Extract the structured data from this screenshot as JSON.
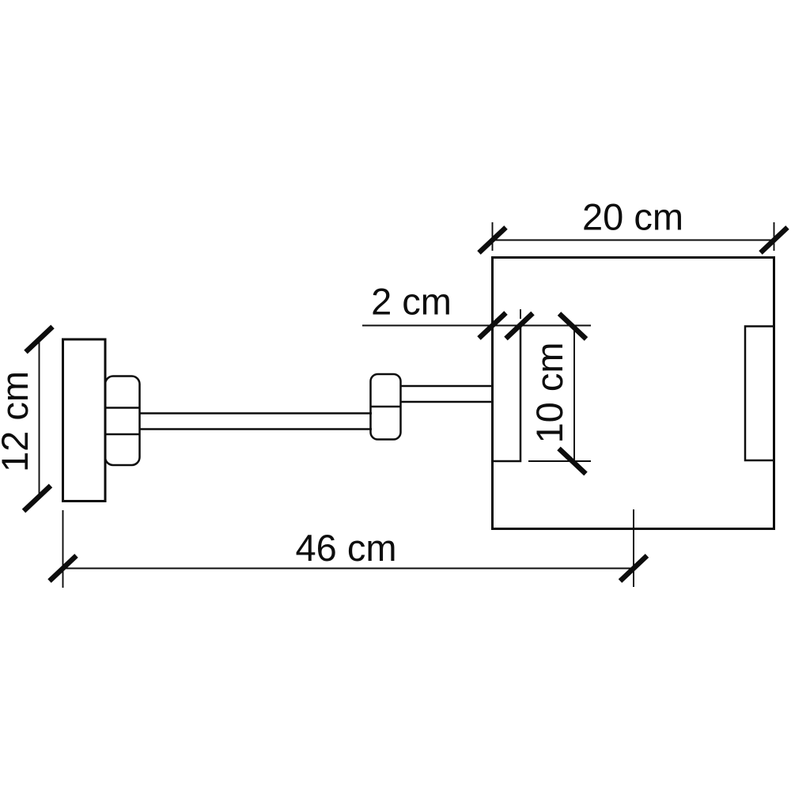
{
  "drawing": {
    "type": "technical-dimension-drawing",
    "subject": "wall-mounted lamp, side elevation with dimensions",
    "unit": "cm",
    "labels": {
      "shade_width": "20 cm",
      "shade_wall_thickness": "2 cm",
      "shade_opening_height": "10 cm",
      "backplate_height": "12 cm",
      "total_projection": "46 cm"
    },
    "measurements": [
      {
        "name": "shade-width",
        "value": 20,
        "unit": "cm",
        "orientation": "horizontal"
      },
      {
        "name": "shade-wall-thickness",
        "value": 2,
        "unit": "cm",
        "orientation": "horizontal"
      },
      {
        "name": "shade-opening-height",
        "value": 10,
        "unit": "cm",
        "orientation": "vertical"
      },
      {
        "name": "backplate-height",
        "value": 12,
        "unit": "cm",
        "orientation": "vertical"
      },
      {
        "name": "total-projection",
        "value": 46,
        "unit": "cm",
        "orientation": "horizontal"
      }
    ],
    "colors": {
      "line": "#0d0d0d",
      "background": "#ffffff"
    }
  }
}
